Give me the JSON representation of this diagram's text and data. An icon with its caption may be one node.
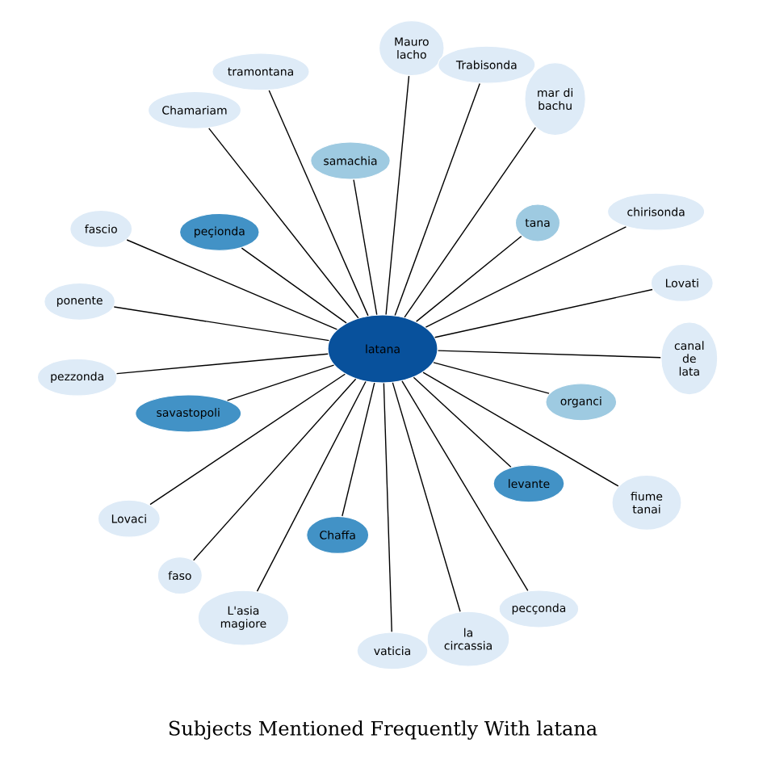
{
  "diagram": {
    "title": "Subjects Mentioned Frequently With latana",
    "nodes": [
      {
        "text": [
          "latana"
        ]
      },
      {
        "text": [
          "samachia"
        ]
      },
      {
        "text": [
          "peçionda"
        ]
      },
      {
        "text": [
          "tana"
        ]
      },
      {
        "text": [
          "savastopoli"
        ]
      },
      {
        "text": [
          "Chaffa"
        ]
      },
      {
        "text": [
          "levante"
        ]
      },
      {
        "text": [
          "organci"
        ]
      },
      {
        "text": [
          "tramontana"
        ]
      },
      {
        "text": [
          "Mauro lacho"
        ]
      },
      {
        "text": [
          "Chamariam"
        ]
      },
      {
        "text": [
          "Trabisonda"
        ]
      },
      {
        "text": [
          "fascio"
        ]
      },
      {
        "text": [
          "mar di bachu"
        ]
      },
      {
        "text": [
          "ponente"
        ]
      },
      {
        "text": [
          "chirisonda"
        ]
      },
      {
        "text": [
          "pezzonda"
        ]
      },
      {
        "text": [
          "Lovati"
        ]
      },
      {
        "text": [
          "Lovaci"
        ]
      },
      {
        "text": [
          "canal de lata"
        ]
      },
      {
        "text": [
          "faso"
        ]
      },
      {
        "text": [
          "fiume tanai"
        ]
      },
      {
        "text": [
          "L'asia magiore"
        ]
      },
      {
        "text": [
          "vaticia"
        ]
      },
      {
        "text": [
          "la circassia"
        ]
      },
      {
        "text": [
          "pecçonda"
        ]
      }
    ],
    "edges": [
      {
        "from": 0,
        "to": 1,
        "arrow": "none"
      },
      {
        "from": 0,
        "to": 2,
        "arrow": "none"
      },
      {
        "from": 0,
        "to": 3,
        "arrow": "none"
      },
      {
        "from": 0,
        "to": 4,
        "arrow": "none"
      },
      {
        "from": 0,
        "to": 5,
        "arrow": "none"
      },
      {
        "from": 0,
        "to": 6,
        "arrow": "none"
      },
      {
        "from": 0,
        "to": 7,
        "arrow": "none"
      },
      {
        "from": 0,
        "to": 8,
        "arrow": "none"
      },
      {
        "from": 0,
        "to": 9,
        "arrow": "none"
      },
      {
        "from": 0,
        "to": 10,
        "arrow": "none"
      },
      {
        "from": 0,
        "to": 11,
        "arrow": "none"
      },
      {
        "from": 0,
        "to": 12,
        "arrow": "none"
      },
      {
        "from": 0,
        "to": 13,
        "arrow": "none"
      },
      {
        "from": 0,
        "to": 14,
        "arrow": "none"
      },
      {
        "from": 0,
        "to": 15,
        "arrow": "none"
      },
      {
        "from": 0,
        "to": 16,
        "arrow": "none"
      },
      {
        "from": 0,
        "to": 17,
        "arrow": "none"
      },
      {
        "from": 0,
        "to": 18,
        "arrow": "none"
      },
      {
        "from": 0,
        "to": 19,
        "arrow": "none"
      },
      {
        "from": 0,
        "to": 20,
        "arrow": "none"
      },
      {
        "from": 0,
        "to": 21,
        "arrow": "none"
      },
      {
        "from": 0,
        "to": 22,
        "arrow": "none"
      },
      {
        "from": 0,
        "to": 23,
        "arrow": "none"
      },
      {
        "from": 0,
        "to": 24,
        "arrow": "none"
      },
      {
        "from": 0,
        "to": 25,
        "arrow": "none"
      }
    ]
  }
}
